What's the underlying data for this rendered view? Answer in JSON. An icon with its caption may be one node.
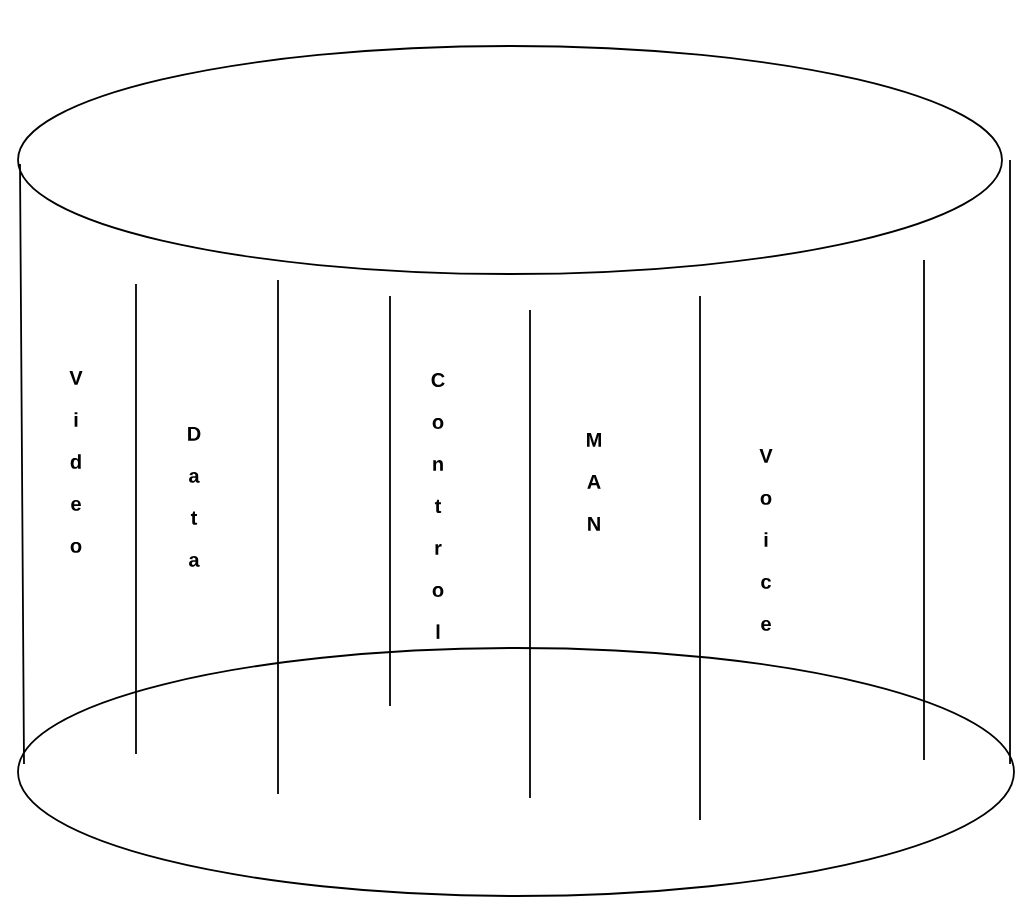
{
  "diagram": {
    "nodes": [
      {
        "text": [
          "Video",
          "Data",
          "Control",
          "MAN",
          "Voice"
        ]
      }
    ]
  }
}
